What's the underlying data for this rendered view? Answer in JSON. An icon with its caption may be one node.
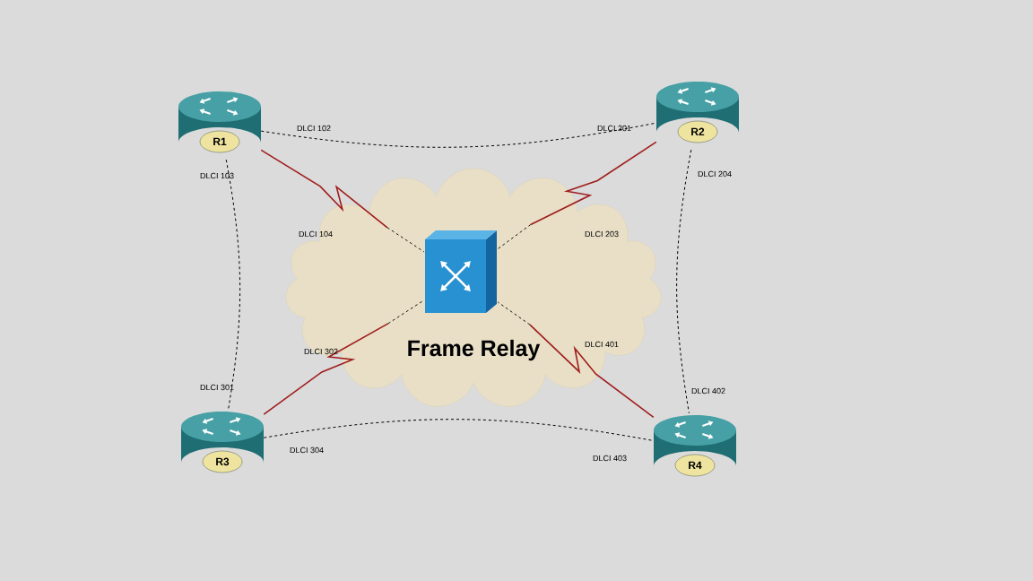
{
  "diagram": {
    "nodes": [
      {
        "text": [
          "R1"
        ]
      },
      {
        "text": [
          "R2"
        ]
      },
      {
        "text": [
          "Frame Relay"
        ]
      },
      {
        "text": [],
        "shape": "picture",
        "in": 2
      },
      {
        "text": [
          "R3"
        ]
      },
      {
        "text": [
          "R4"
        ]
      }
    ],
    "edges": [
      {
        "from": 0,
        "to": 1,
        "arrow": "none",
        "style": "dashed"
      },
      {
        "from": 0,
        "to": 4,
        "arrow": "none",
        "style": "dashed"
      },
      {
        "from": 1,
        "to": 5,
        "arrow": "none",
        "style": "dashed"
      },
      {
        "from": 4,
        "to": 5,
        "arrow": "none",
        "style": "dashed"
      },
      {
        "from": 0,
        "to": 3,
        "arrow": "none",
        "color": "#a01c1c"
      },
      {
        "from": 1,
        "to": 3,
        "arrow": "none",
        "color": "#a01c1c"
      },
      {
        "from": 4,
        "to": 3,
        "arrow": "none",
        "color": "#a01c1c"
      },
      {
        "from": 5,
        "to": 3,
        "arrow": "none",
        "color": "#a01c1c"
      }
    ],
    "labels": [
      "DLCI 102",
      "DLCI 201",
      "DLCI 103",
      "DLCI 204",
      "DLCI 104",
      "DLCI 203",
      "DLCI 302",
      "DLCI 401",
      "DLCI 301",
      "DLCI 402",
      "DLCI 304",
      "DLCI 403"
    ]
  }
}
